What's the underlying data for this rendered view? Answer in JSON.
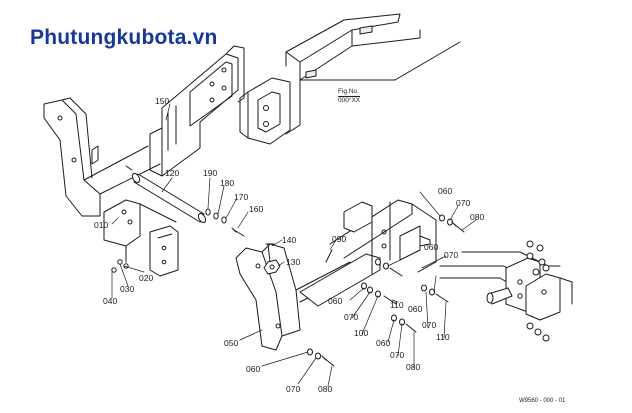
{
  "watermark": "Phutungkubota.vn",
  "fig_no": {
    "label": "Fig.No.",
    "value": "000°XX"
  },
  "drawing_code": "W9560 - 000 - 01",
  "part_labels": {
    "p150": "150",
    "p120": "120",
    "p190": "190",
    "p180": "180",
    "p170": "170",
    "p160": "160",
    "p140": "140",
    "p130": "130",
    "p010": "010",
    "p020": "020",
    "p030": "030",
    "p040": "040",
    "p050": "050",
    "p060_bl": "060",
    "p070_bl": "070",
    "p080_bl": "080",
    "p090": "090",
    "p060_tr": "060",
    "p070_tr": "070",
    "p080_tr": "080",
    "p060_mr": "060",
    "p070_mr": "070",
    "p060_ml": "060",
    "p070_ml": "070",
    "p100": "100",
    "p110_a": "110",
    "p110_b": "110",
    "p060_b": "060",
    "p070_b": "070",
    "p080_b": "080",
    "p060_r": "060",
    "p070_r": "070"
  }
}
